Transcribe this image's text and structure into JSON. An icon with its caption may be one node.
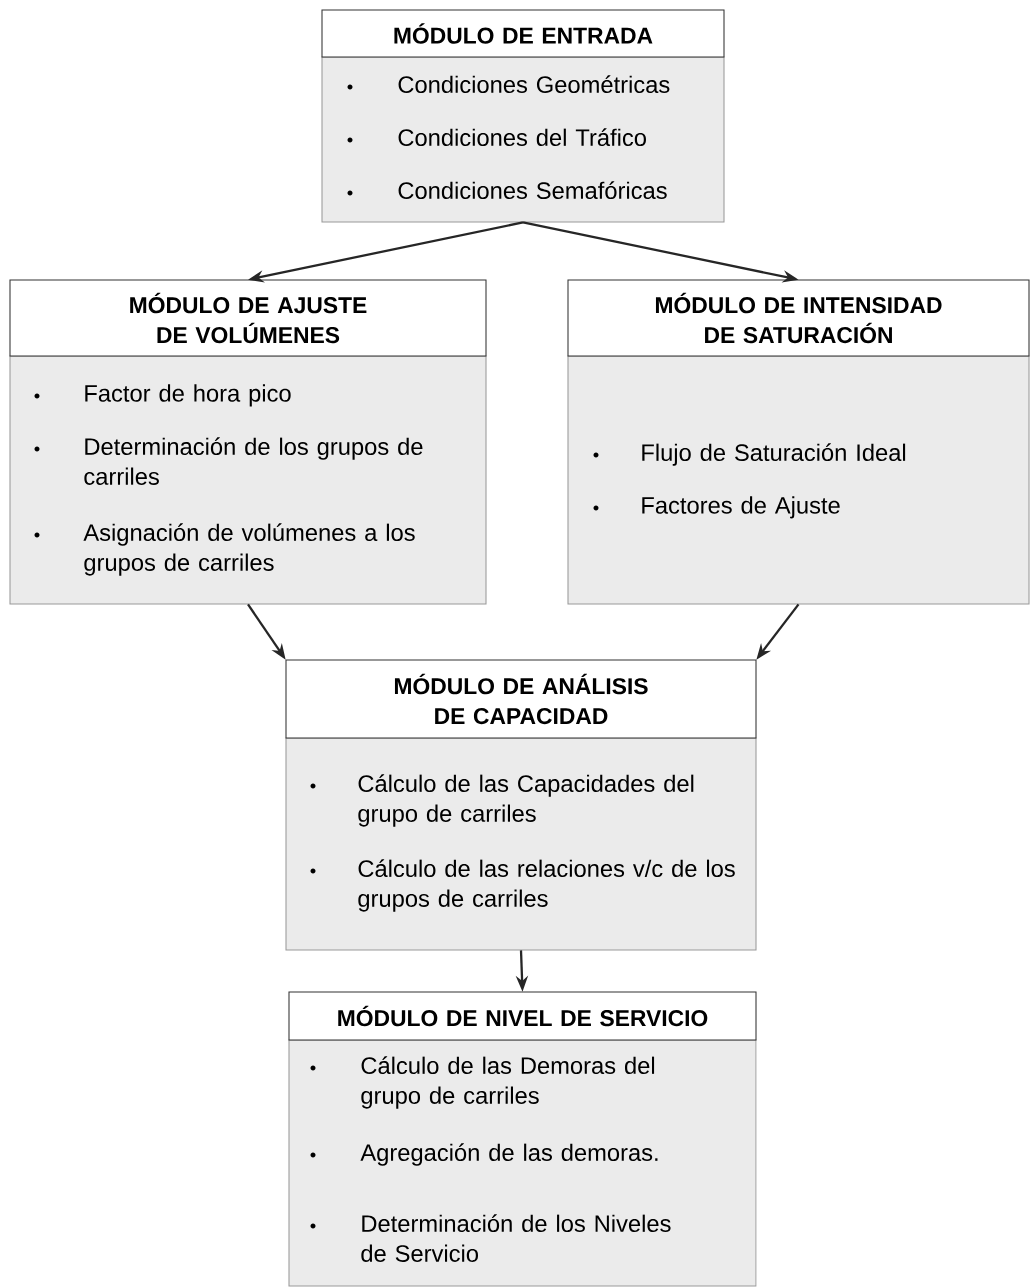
{
  "diagram": {
    "nodes": [
      {
        "text": [
          "MÓDULO DE ENTRADA",
          "Condiciones Geométricas",
          "Condiciones del Tráfico",
          "Condiciones Semafóricas"
        ]
      },
      {
        "text": [
          "MÓDULO DE AJUSTE DE VOLÚMENES",
          "Factor de hora pico",
          "Determinación de los grupos de carriles",
          "Asignación de volúmenes a los grupos de carriles"
        ]
      },
      {
        "text": [
          "MÓDULO DE INTENSIDAD DE SATURACIÓN",
          "Flujo de Saturación Ideal",
          "Factores de Ajuste"
        ]
      },
      {
        "text": [
          "MÓDULO DE ANÁLISIS DE CAPACIDAD",
          "Cálculo de las Capacidades del grupo de carriles",
          "Cálculo de las relaciones v/c de los grupos de carriles"
        ]
      },
      {
        "text": [
          "MÓDULO DE NIVEL DE SERVICIO",
          "Cálculo de las Demoras del grupo de carriles",
          "Agregación de las demoras.",
          "Determinación de los Niveles de Servicio"
        ]
      }
    ],
    "edges": [
      {
        "from": 0,
        "to": 1,
        "arrow": "to"
      },
      {
        "from": 0,
        "to": 2,
        "arrow": "to"
      },
      {
        "from": 1,
        "to": 3,
        "arrow": "to"
      },
      {
        "from": 2,
        "to": 3,
        "arrow": "to"
      },
      {
        "from": 3,
        "to": 4,
        "arrow": "to"
      }
    ]
  }
}
